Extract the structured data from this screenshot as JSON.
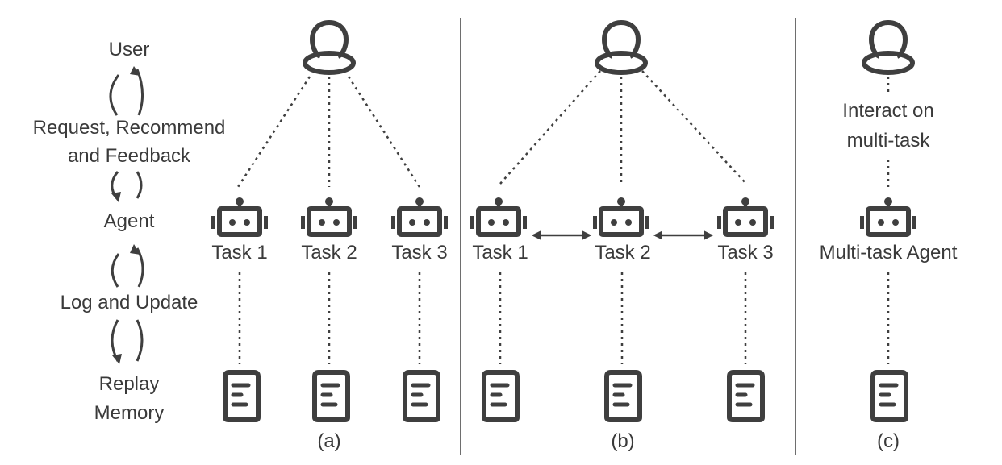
{
  "legend": {
    "user": "User",
    "request_line1": "Request, Recommend",
    "request_line2": "and Feedback",
    "agent": "Agent",
    "log_update": "Log and Update",
    "replay_line1": "Replay",
    "replay_line2": "Memory"
  },
  "panel_a": {
    "caption": "(a)",
    "tasks": [
      "Task 1",
      "Task 2",
      "Task 3"
    ]
  },
  "panel_b": {
    "caption": "(b)",
    "tasks": [
      "Task 1",
      "Task 2",
      "Task 3"
    ]
  },
  "panel_c": {
    "caption": "(c)",
    "interact_line1": "Interact on",
    "interact_line2": "multi-task",
    "agent_label": "Multi-task Agent"
  },
  "icons": {
    "user": "user-icon",
    "agent": "robot-icon",
    "memory": "document-icon"
  },
  "colors": {
    "stroke": "#3f3f3f",
    "text": "#3a3a3a"
  }
}
